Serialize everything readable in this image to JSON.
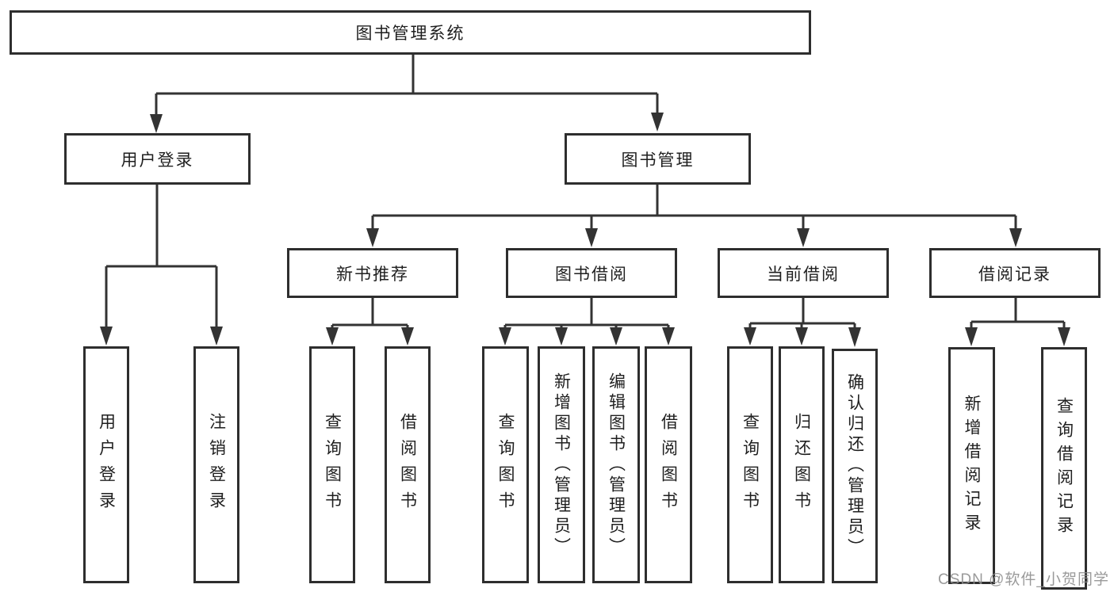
{
  "diagram": {
    "root": {
      "label": "图书管理系统"
    },
    "branches": [
      {
        "label": "用户登录",
        "children": [
          {
            "label": "用户登录"
          },
          {
            "label": "注销登录"
          }
        ]
      },
      {
        "label": "图书管理",
        "children": [
          {
            "label": "新书推荐",
            "children": [
              {
                "label": "查询图书"
              },
              {
                "label": "借阅图书"
              }
            ]
          },
          {
            "label": "图书借阅",
            "children": [
              {
                "label": "查询图书"
              },
              {
                "label": "新增图书（管理员）"
              },
              {
                "label": "编辑图书（管理员）"
              },
              {
                "label": "借阅图书"
              }
            ]
          },
          {
            "label": "当前借阅",
            "children": [
              {
                "label": "查询图书"
              },
              {
                "label": "归还图书"
              },
              {
                "label": "确认归还（管理员）"
              }
            ]
          },
          {
            "label": "借阅记录",
            "children": [
              {
                "label": "新增借阅记录"
              },
              {
                "label": "查询借阅记录"
              }
            ]
          }
        ]
      }
    ]
  },
  "watermark": {
    "text": "CSDN @软件_小贺同学"
  },
  "colors": {
    "line": "#333333",
    "box_border": "#2e2e2e",
    "text": "#1f1f1f",
    "watermark": "#8c8c8c",
    "background": "#ffffff"
  }
}
